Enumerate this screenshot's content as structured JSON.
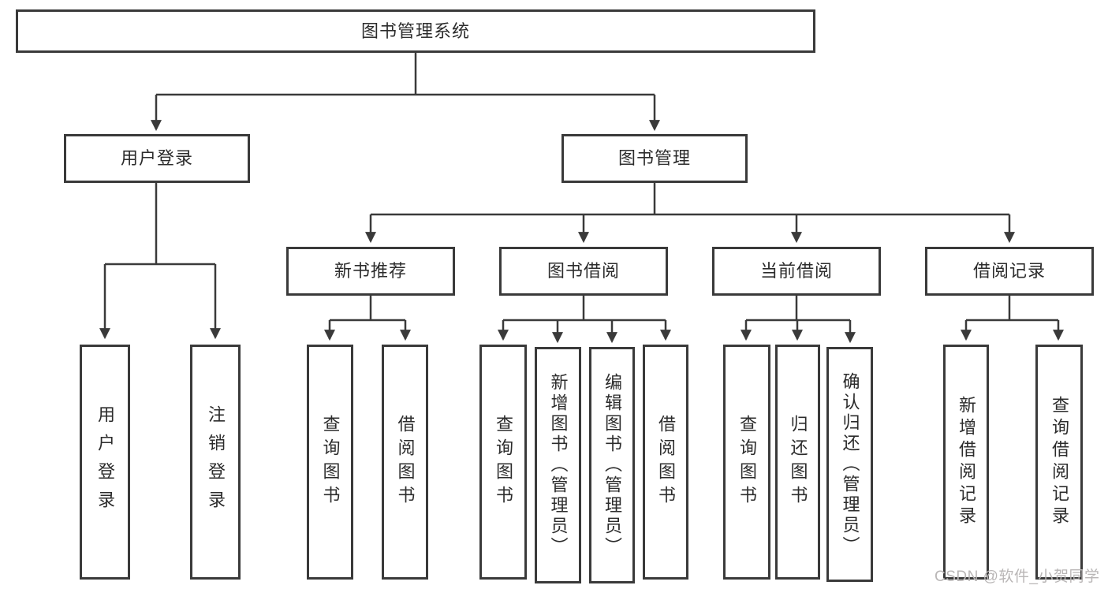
{
  "diagram": {
    "title": "图书管理系统",
    "branches": [
      {
        "label": "用户登录",
        "children": [
          {
            "label": "用户登录"
          },
          {
            "label": "注销登录"
          }
        ]
      },
      {
        "label": "图书管理",
        "children": [
          {
            "label": "新书推荐",
            "children": [
              {
                "label": "查询图书"
              },
              {
                "label": "借阅图书"
              }
            ]
          },
          {
            "label": "图书借阅",
            "children": [
              {
                "label": "查询图书"
              },
              {
                "label": "新增图书（管理员）"
              },
              {
                "label": "编辑图书（管理员）"
              },
              {
                "label": "借阅图书"
              }
            ]
          },
          {
            "label": "当前借阅",
            "children": [
              {
                "label": "查询图书"
              },
              {
                "label": "归还图书"
              },
              {
                "label": "确认归还（管理员）"
              }
            ]
          },
          {
            "label": "借阅记录",
            "children": [
              {
                "label": "新增借阅记录"
              },
              {
                "label": "查询借阅记录"
              }
            ]
          }
        ]
      }
    ]
  },
  "watermark": {
    "text": "CSDN @软件_小贺同学"
  },
  "colors": {
    "line": "#3a3a3a",
    "border": "#3a3a3a",
    "text": "#2c2c2c",
    "background": "#ffffff",
    "watermark": "#b9b6b6"
  }
}
